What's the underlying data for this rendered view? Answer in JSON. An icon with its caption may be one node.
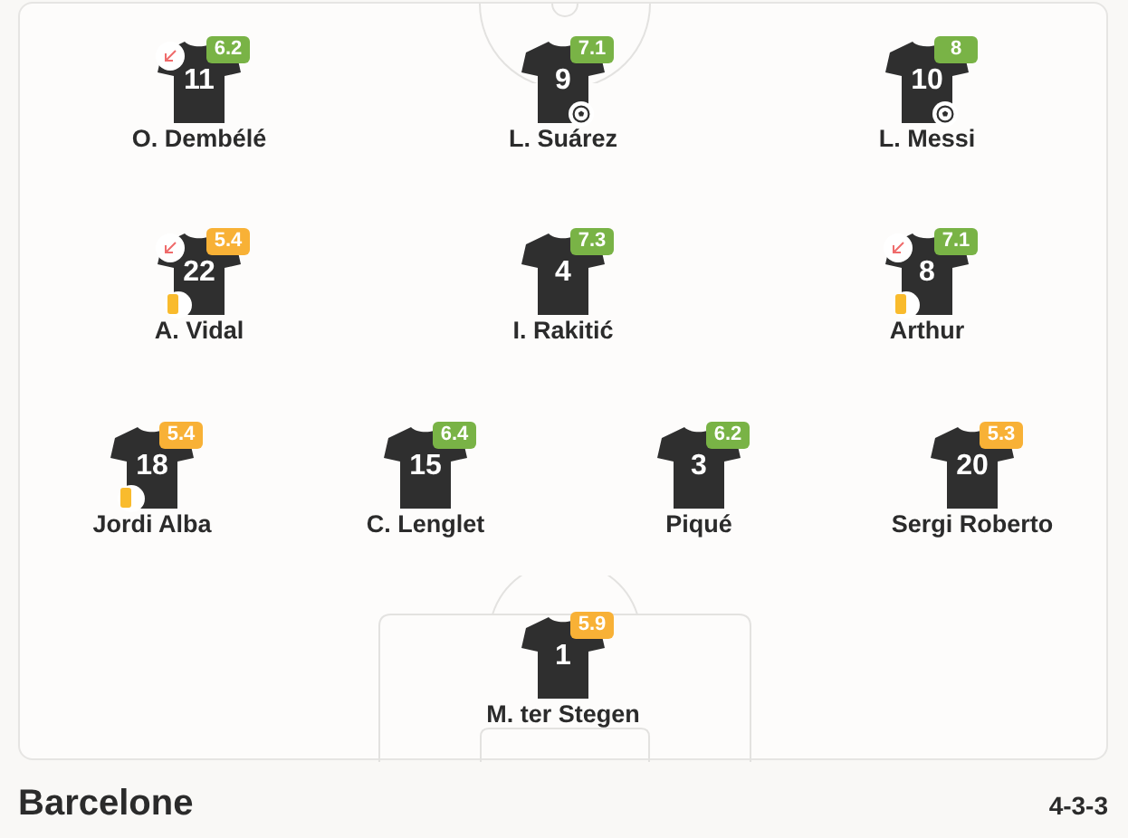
{
  "diagram": {
    "nodes": [
      {
        "text": [
          "11"
        ],
        "beside": [
          "O. Dembélé"
        ]
      },
      {
        "text": [
          "6.2"
        ]
      },
      {
        "text": [
          "9"
        ],
        "beside": [
          "L. Suárez"
        ]
      },
      {
        "text": [
          "7.1"
        ]
      },
      {
        "text": [
          "10"
        ],
        "beside": [
          "L. Messi"
        ]
      },
      {
        "text": [
          "8"
        ]
      },
      {
        "text": [
          "22"
        ],
        "beside": [
          "A. Vidal"
        ]
      },
      {
        "text": [
          "5.4"
        ]
      },
      {
        "text": [
          "4"
        ],
        "beside": [
          "I. Rakitić"
        ]
      },
      {
        "text": [
          "7.3"
        ]
      },
      {
        "text": [
          "8"
        ],
        "beside": [
          "Arthur"
        ]
      },
      {
        "text": [
          "7.1"
        ]
      },
      {
        "text": [
          "18"
        ],
        "beside": [
          "Jordi Alba"
        ]
      },
      {
        "text": [
          "5.4"
        ]
      },
      {
        "text": [
          "15"
        ],
        "beside": [
          "C. Lenglet"
        ]
      },
      {
        "text": [
          "6.4"
        ]
      },
      {
        "text": [
          "3"
        ],
        "beside": [
          "Piqué"
        ]
      },
      {
        "text": [
          "6.2"
        ]
      },
      {
        "text": [
          "20"
        ],
        "beside": [
          "Sergi Roberto"
        ]
      },
      {
        "text": [
          "5.3"
        ]
      },
      {
        "text": [
          "1"
        ],
        "beside": [
          "M. ter Stegen"
        ]
      },
      {
        "text": [
          "5.9"
        ]
      }
    ],
    "labels": [
      "Barcelone",
      "4-3-3"
    ]
  }
}
